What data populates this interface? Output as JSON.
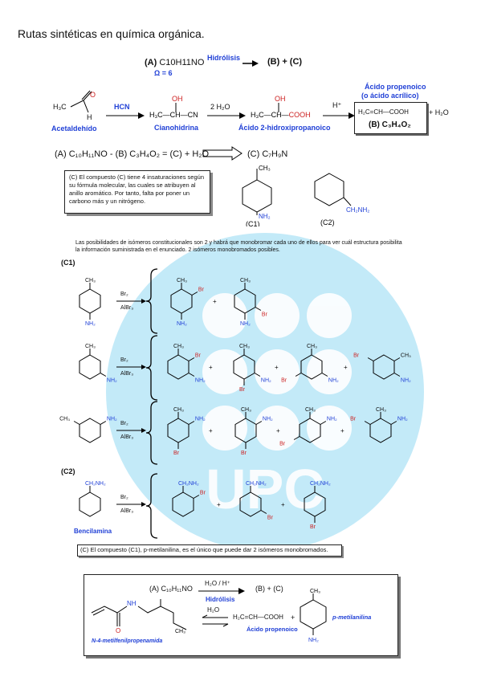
{
  "title": "Rutas sintéticas en química orgánica.",
  "watermark": {
    "text": "UPC",
    "color": "#29b2e6"
  },
  "colors": {
    "blue": "#1f3fd6",
    "red": "#cc1e1e"
  },
  "top": {
    "a_label": "(A)",
    "a_formula": "C10H11NO",
    "hydrolysis": "Hidrólisis",
    "products": "(B) + (C)",
    "omega": "Ω = 6"
  },
  "route": {
    "acetaldehyde_name": "Acetaldehído",
    "hcn": "HCN",
    "cyanohydrin_name": "Cianohidrina",
    "water": "2 H₂O",
    "hydroxy_acid_name": "Ácido 2-hidroxipropanoico",
    "h_plus": "H⁺",
    "propenoic_name": "Ácido propenoico",
    "propenoic_alt": "(o ácido acrílico)",
    "propenoic_formula": "H₂C=CH—COOH",
    "b_formula": "(B) C₃H₄O₂",
    "plus_water": "+ H₂O"
  },
  "balance": {
    "equation": "(A) C₁₀H₁₁NO - (B) C₃H₄O₂ = (C) + H₂O",
    "c_formula": "(C) C₇H₉N"
  },
  "note_box": "(C) El compuesto (C) tiene 4 insaturaciones según su fórmula molecular, las cuales se atribuyen al anillo aromático. Por tanto, falta por poner un carbono más y un nitrógeno.",
  "c1_label": "(C1)",
  "c2_label": "(C2)",
  "isomers_text": "Las posibilidades de isómeros constitucionales son 2 y habrá que monobromar cada uno de ellos para ver cuál estructura posibilita la información suministrada en el enunciado. 2 isómeros monobromados posibles.",
  "section_c1": "(C1)",
  "section_c2": "(C2)",
  "reagent_top": "Br₂",
  "reagent_bottom": "AlBr₃",
  "group_labels": {
    "ch3": "CH₃",
    "nh2": "NH₂",
    "br": "Br",
    "ch2nh2": "CH₂NH₂",
    "plus": "+"
  },
  "benzylamine_name": "Bencilamina",
  "conclusion": "(C) El compuesto (C1), p-metilanilina, es el único que puede dar 2 isómeros monobromados.",
  "final_box": {
    "a_formula": "(A) C₁₀H₁₁NO",
    "conditions_top": "H₂O / H⁺",
    "conditions_bottom": "Hidrólisis",
    "products": "(B) + (C)",
    "reverse": "H₂O",
    "amide_name": "N-4-metilfenilpropenamida",
    "propenoic_formula": "H₂C=CH—COOH",
    "propenoic_name": "Ácido propenoico",
    "plus": "+",
    "aniline_name": "p-metilanilina"
  }
}
